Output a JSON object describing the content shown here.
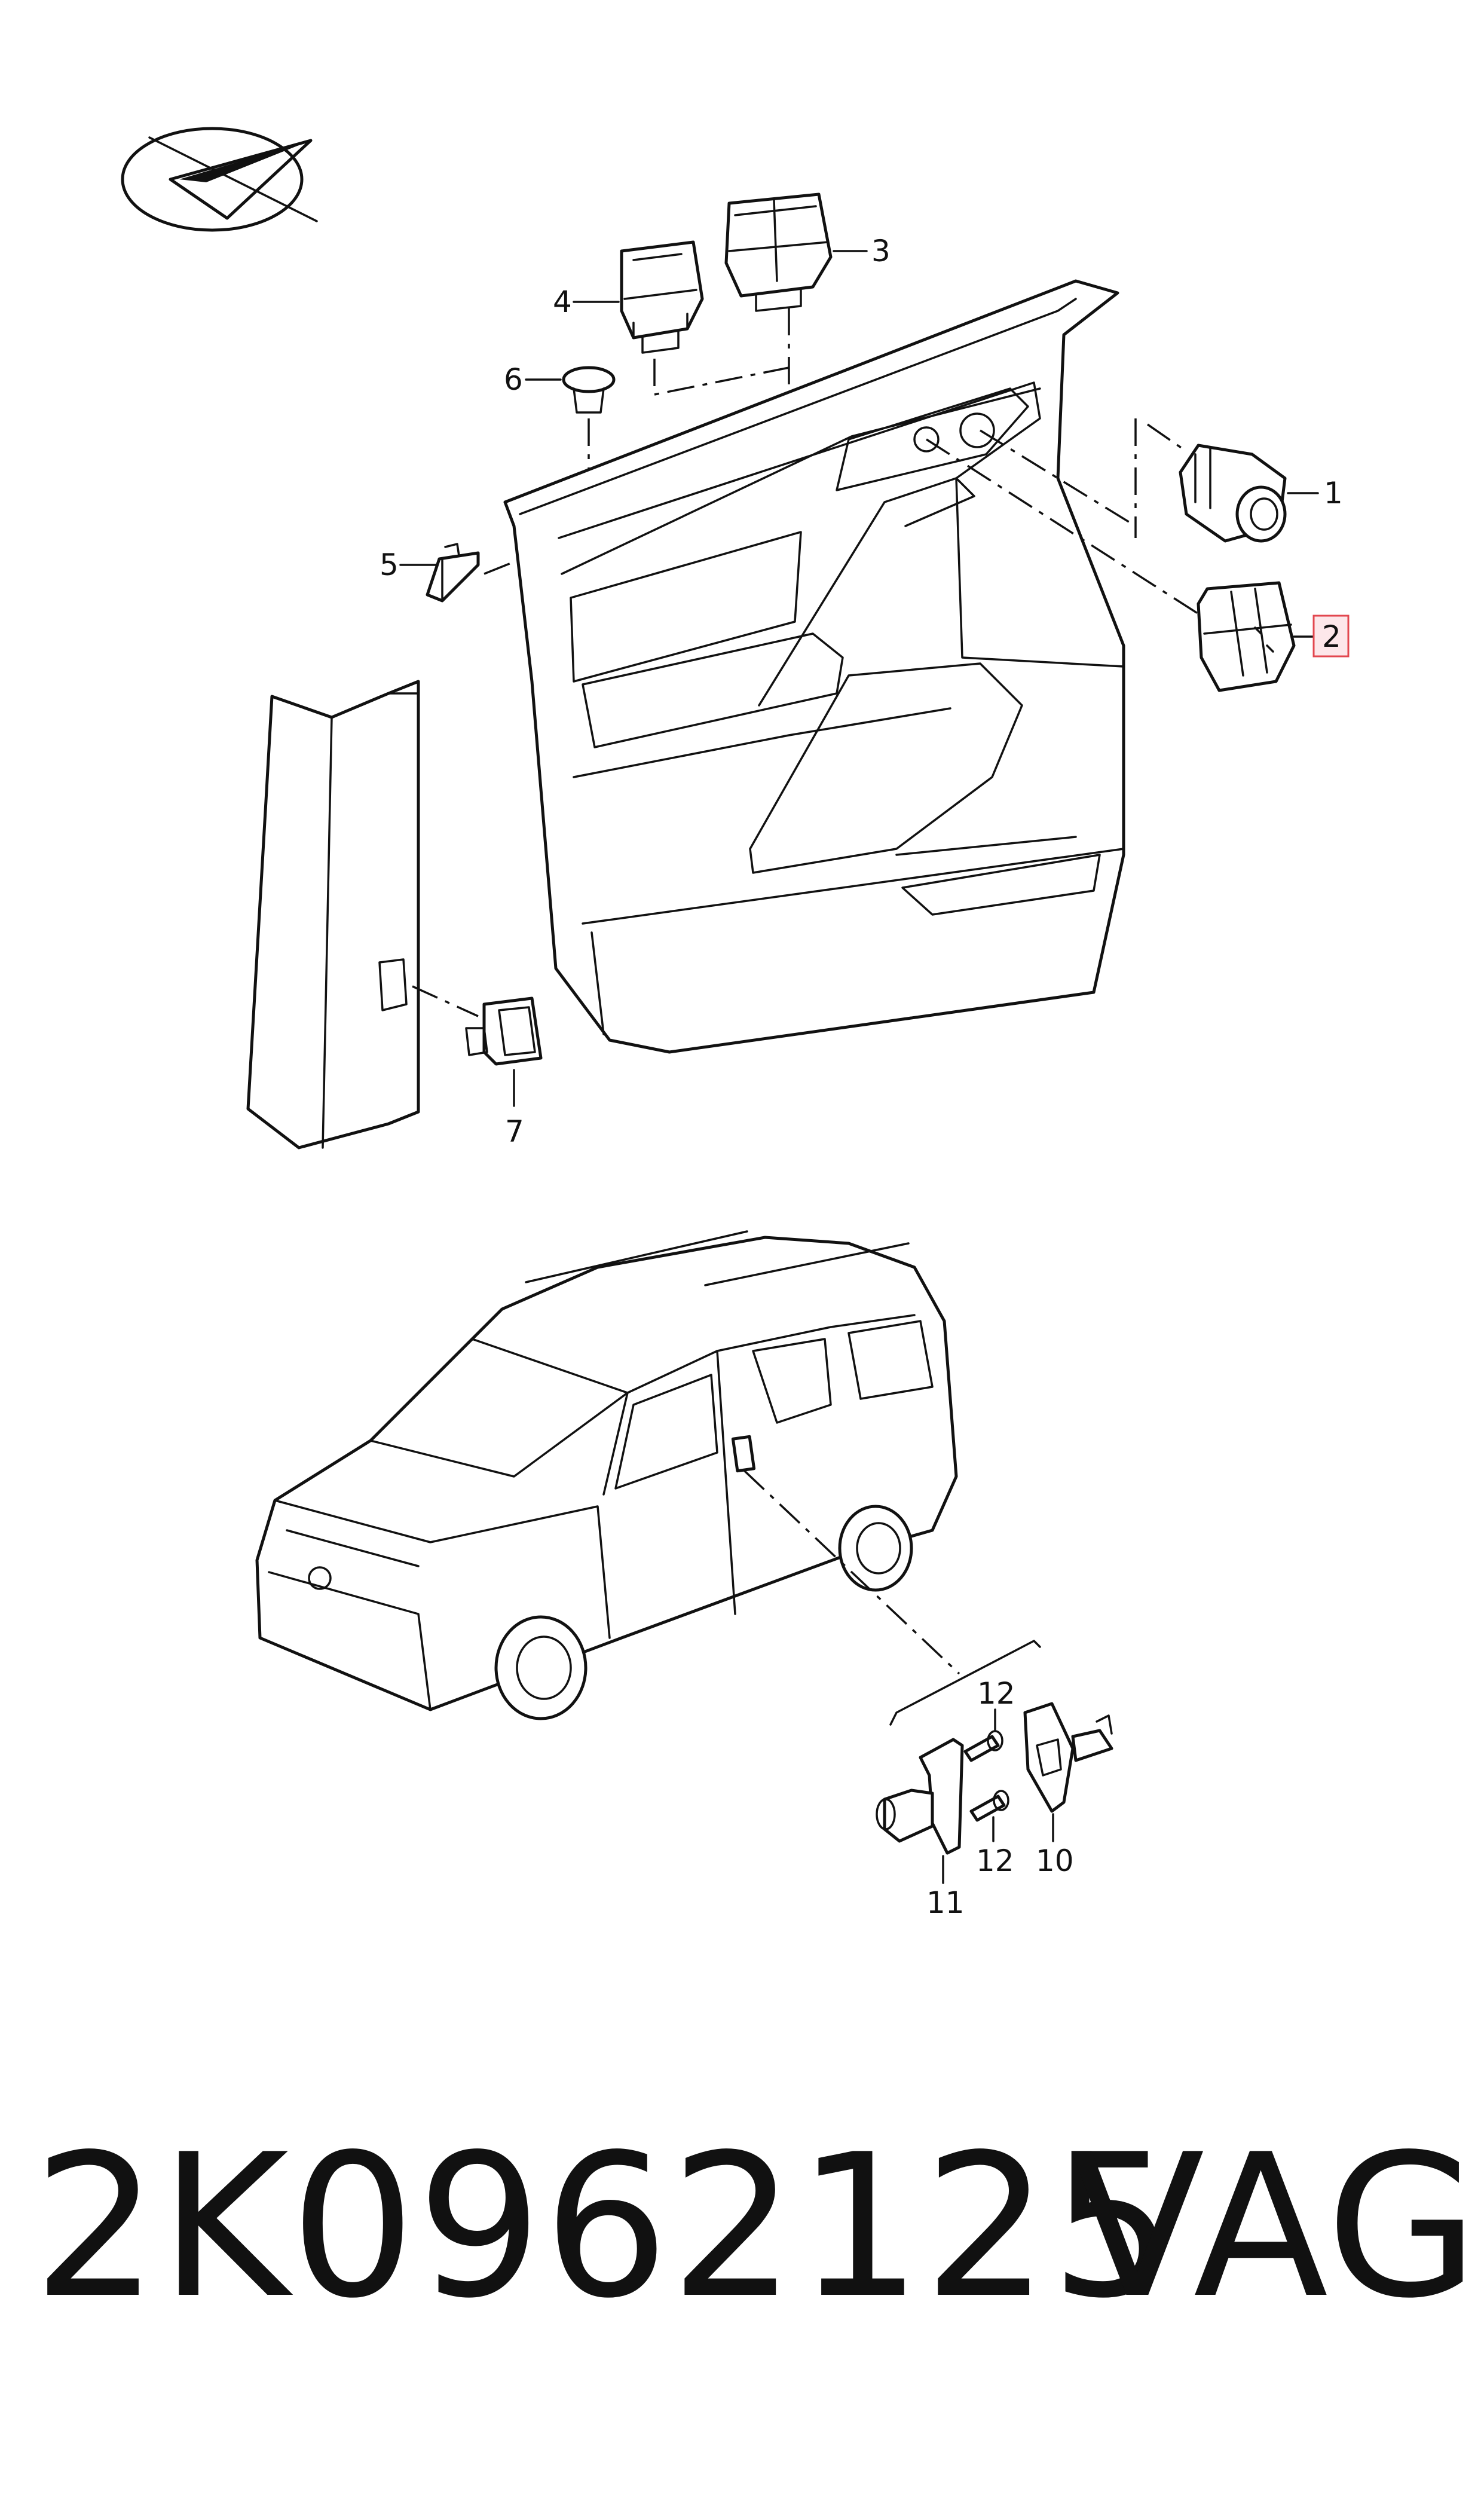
{
  "callouts": {
    "c1": "1",
    "c2": "2",
    "c3": "3",
    "c4": "4",
    "c5": "5",
    "c6": "6",
    "c7": "7",
    "c10": "10",
    "c11": "11",
    "c12a": "12",
    "c12b": "12"
  },
  "highlighted_callout": "2",
  "colors": {
    "line": "#111111",
    "highlight_fill": "#fde7ea",
    "highlight_stroke": "#e2474f"
  },
  "footer": {
    "part_number": "2K0962125",
    "brand": "VAG"
  }
}
